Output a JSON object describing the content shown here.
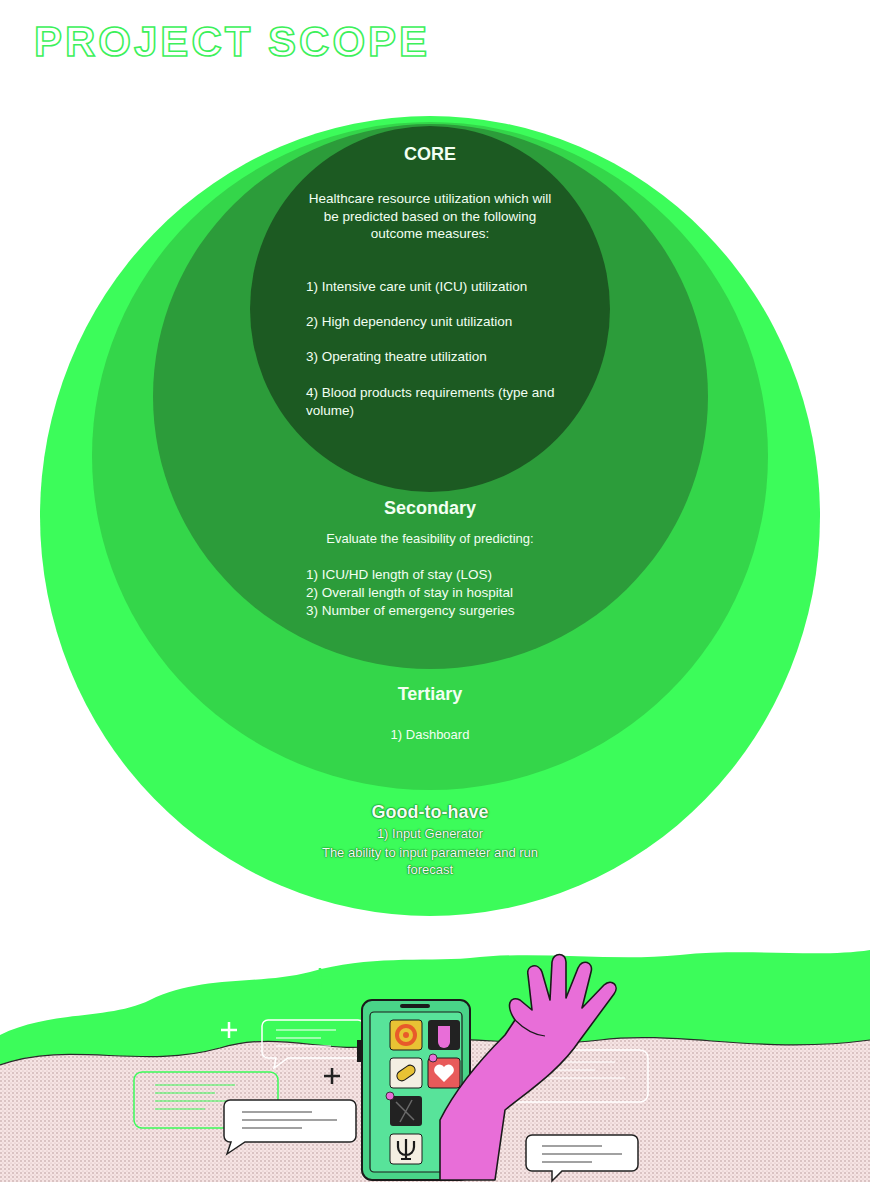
{
  "diagram": {
    "title": "PROJECT SCOPE",
    "nodes": [
      {
        "text": [
          "Good-to-have",
          "1) Input Generator",
          "The ability to input parameter and run forecast"
        ]
      },
      {
        "text": [
          "Tertiary",
          "1) Dashboard"
        ],
        "in": 0
      },
      {
        "text": [
          "Secondary",
          "Evaluate the feasibility of predicting:",
          "1) ICU/HD length of stay (LOS)",
          "2) Overall length of stay in hospital",
          "3) Number of emergency surgeries"
        ],
        "in": 1
      },
      {
        "text": [
          "CORE",
          "Healthcare resource utilization which will be predicted based on the following outcome measures:",
          "1) Intensive care unit (ICU) utilization",
          "2) High dependency unit utilization",
          "3) Operating theatre utilization",
          "4) Blood products requirements (type and volume)"
        ],
        "in": 2
      }
    ]
  }
}
